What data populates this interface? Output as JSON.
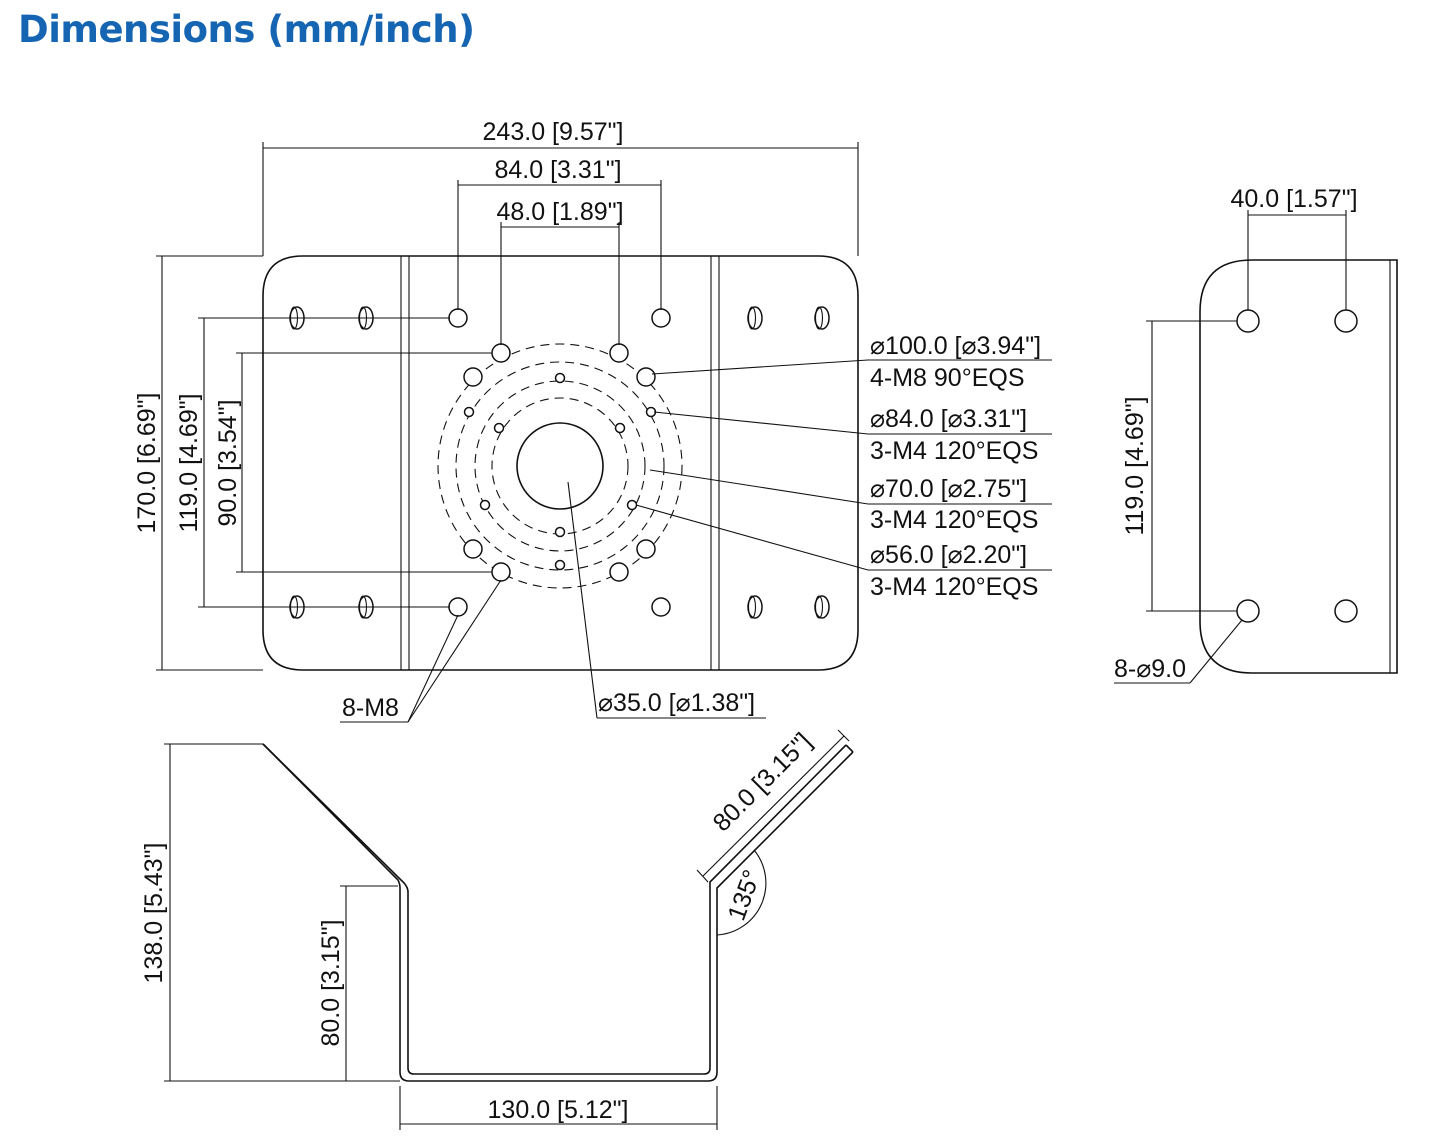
{
  "title": "Dimensions (mm/inch)",
  "front": {
    "width": "243.0 [9.57\"]",
    "outer_holes": "84.0 [3.31\"]",
    "inner_holes": "48.0 [1.89\"]",
    "height": "170.0 [6.69\"]",
    "hole_height": "119.0 [4.69\"]",
    "inner_height": "90.0 [3.54\"]",
    "pcd_100": "⌀100.0 [⌀3.94\"]",
    "pcd_100_spec": "4-M8 90°EQS",
    "pcd_84": "⌀84.0 [⌀3.31\"]",
    "pcd_84_spec": "3-M4 120°EQS",
    "pcd_70": "⌀70.0 [⌀2.75\"]",
    "pcd_70_spec": "3-M4 120°EQS",
    "pcd_56": "⌀56.0 [⌀2.20\"]",
    "pcd_56_spec": "3-M4 120°EQS",
    "bolts": "8-M8",
    "center_hole": "⌀35.0 [⌀1.38\"]"
  },
  "side": {
    "width": "40.0 [1.57\"]",
    "height": "119.0 [4.69\"]",
    "holes": "8-⌀9.0"
  },
  "bottom": {
    "total_height": "138.0 [5.43\"]",
    "wall_height": "80.0 [3.15\"]",
    "base_width": "130.0 [5.12\"]",
    "flange": "80.0 [3.15\"]",
    "angle": "135°"
  }
}
